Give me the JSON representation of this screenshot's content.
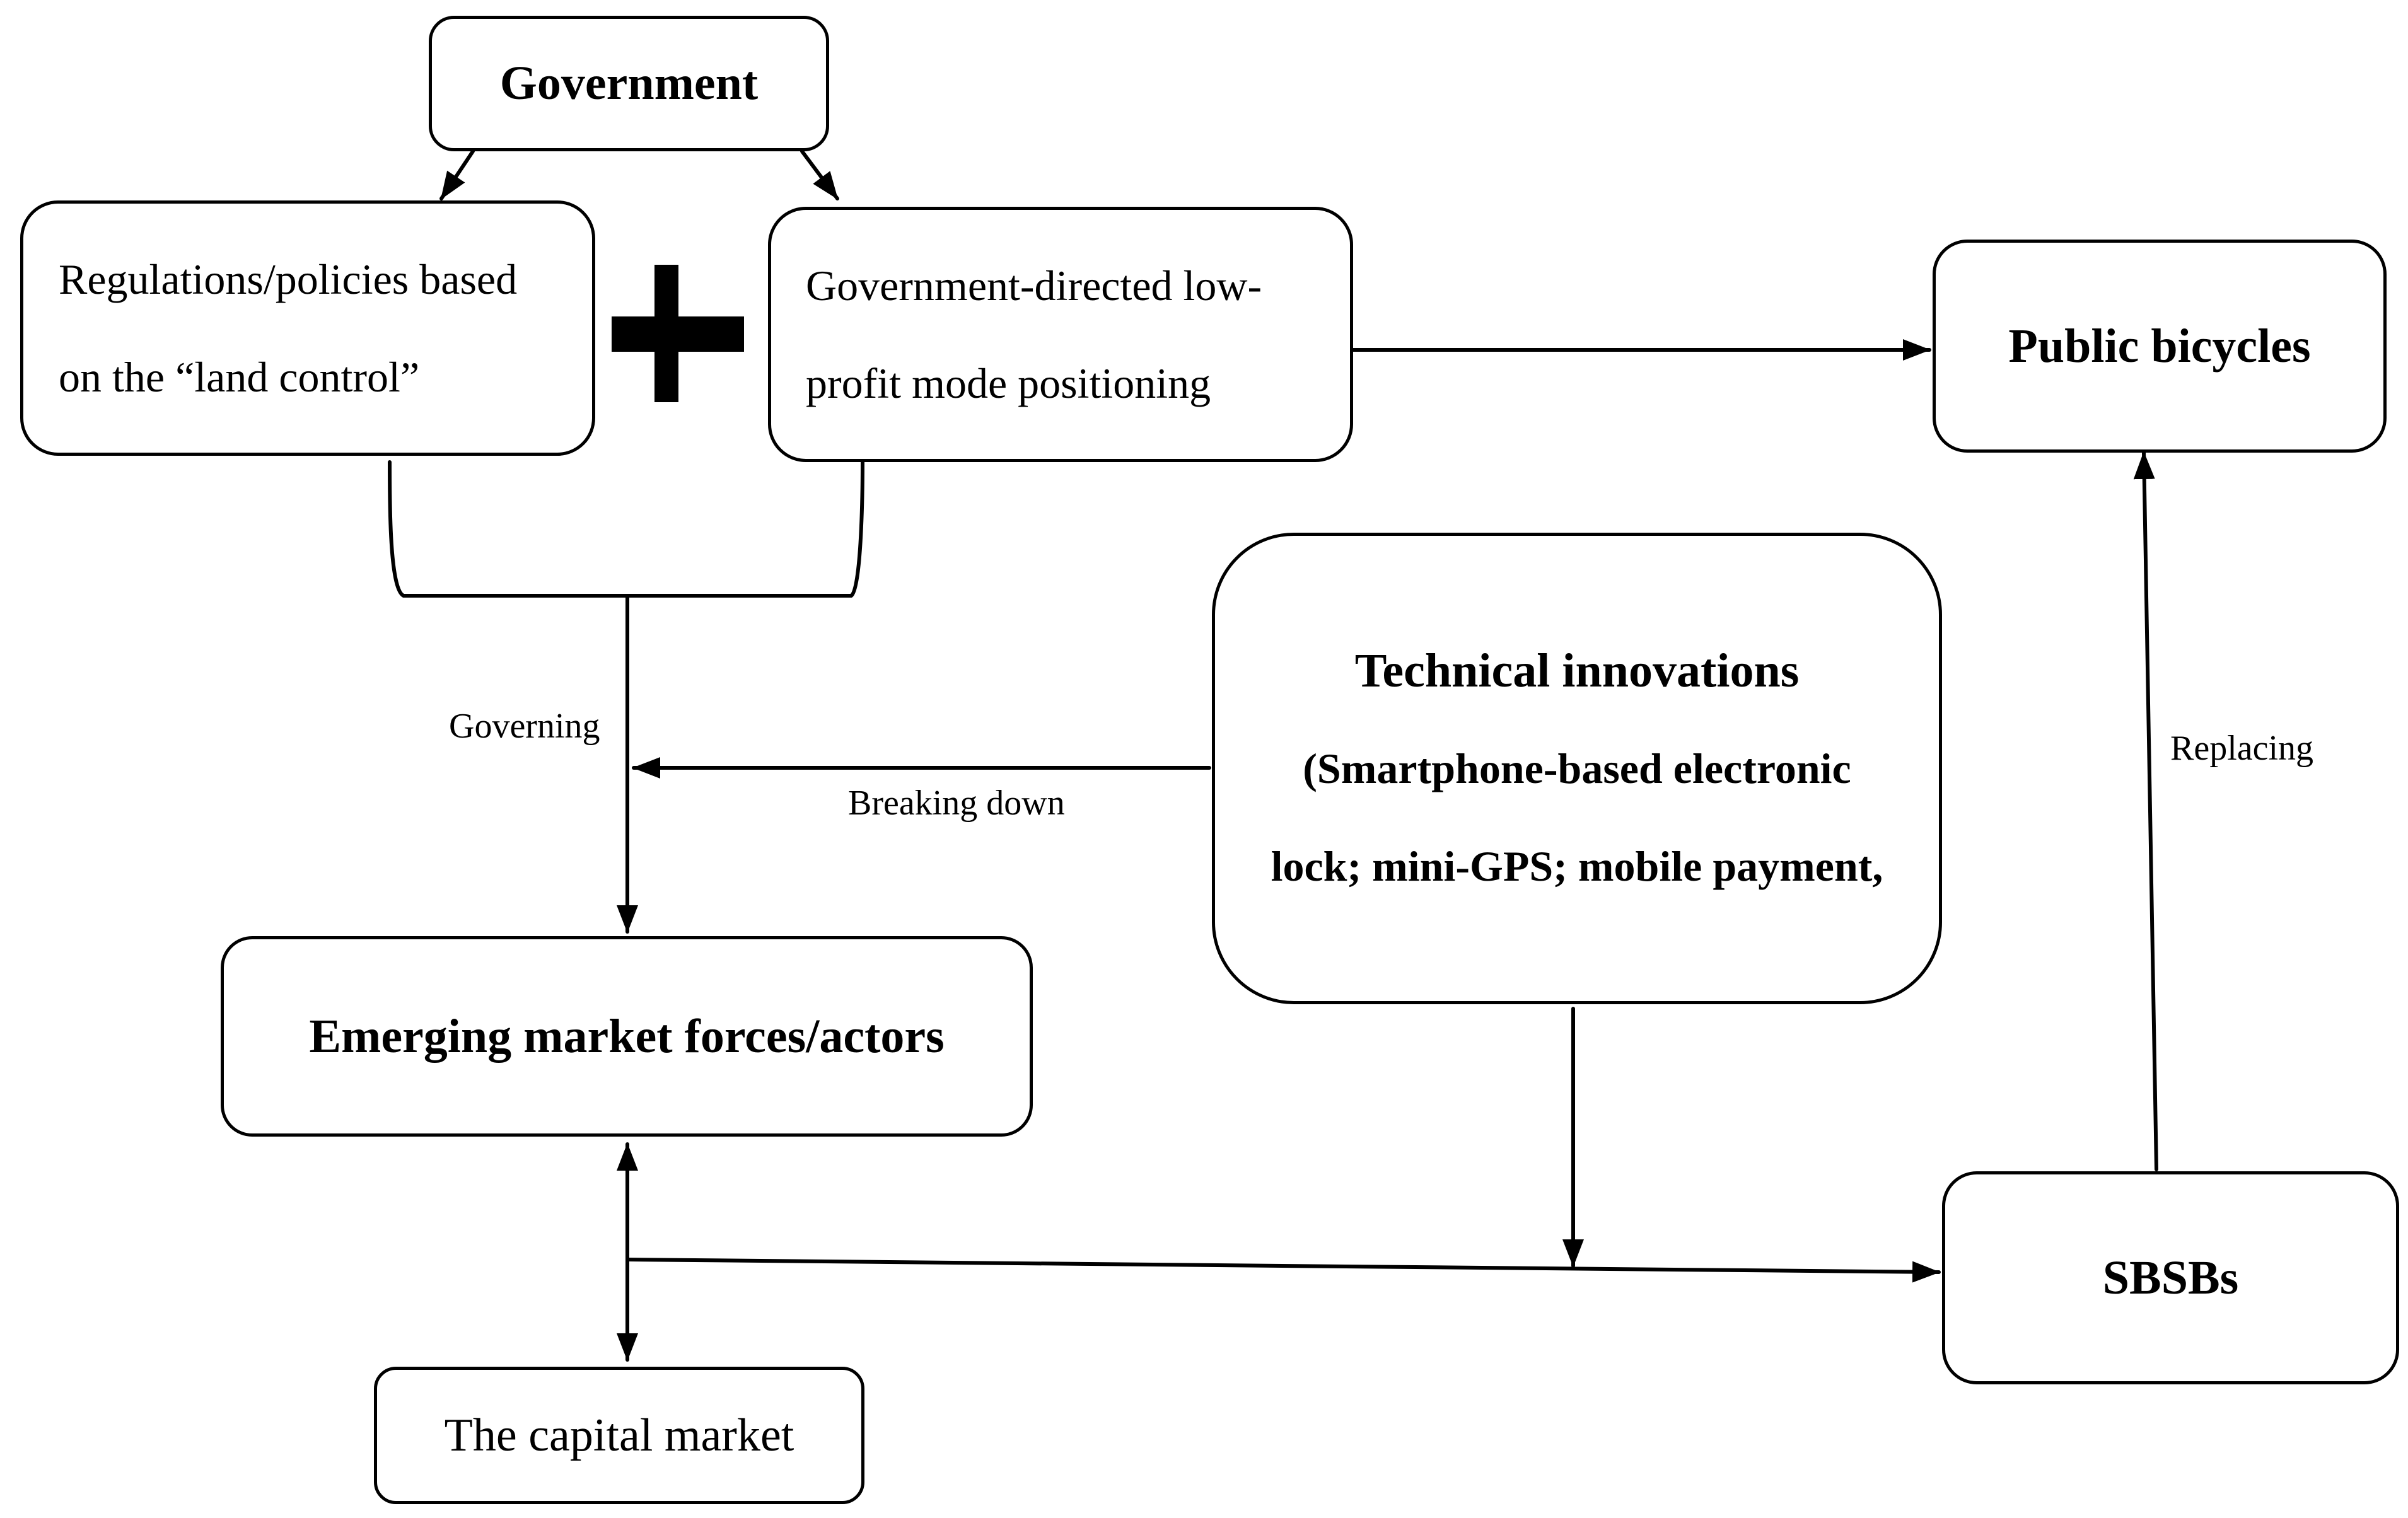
{
  "nodes": {
    "government": {
      "label": "Government"
    },
    "regulations": {
      "lines": [
        "Regulations/policies based",
        "on the “land control”"
      ]
    },
    "low_profit": {
      "lines": [
        "Government-directed low-",
        "profit mode positioning"
      ]
    },
    "public_bicycles": {
      "label": "Public bicycles"
    },
    "technical": {
      "lines": [
        "Technical innovations",
        "(Smartphone-based electronic",
        "lock; mini-GPS; mobile payment,"
      ]
    },
    "emerging": {
      "label": "Emerging market forces/actors"
    },
    "capital": {
      "label": "The capital market"
    },
    "sbsbs": {
      "label": "SBSBs"
    }
  },
  "edges": {
    "governing": "Governing",
    "breaking_down": "Breaking down",
    "replacing": "Replacing"
  }
}
